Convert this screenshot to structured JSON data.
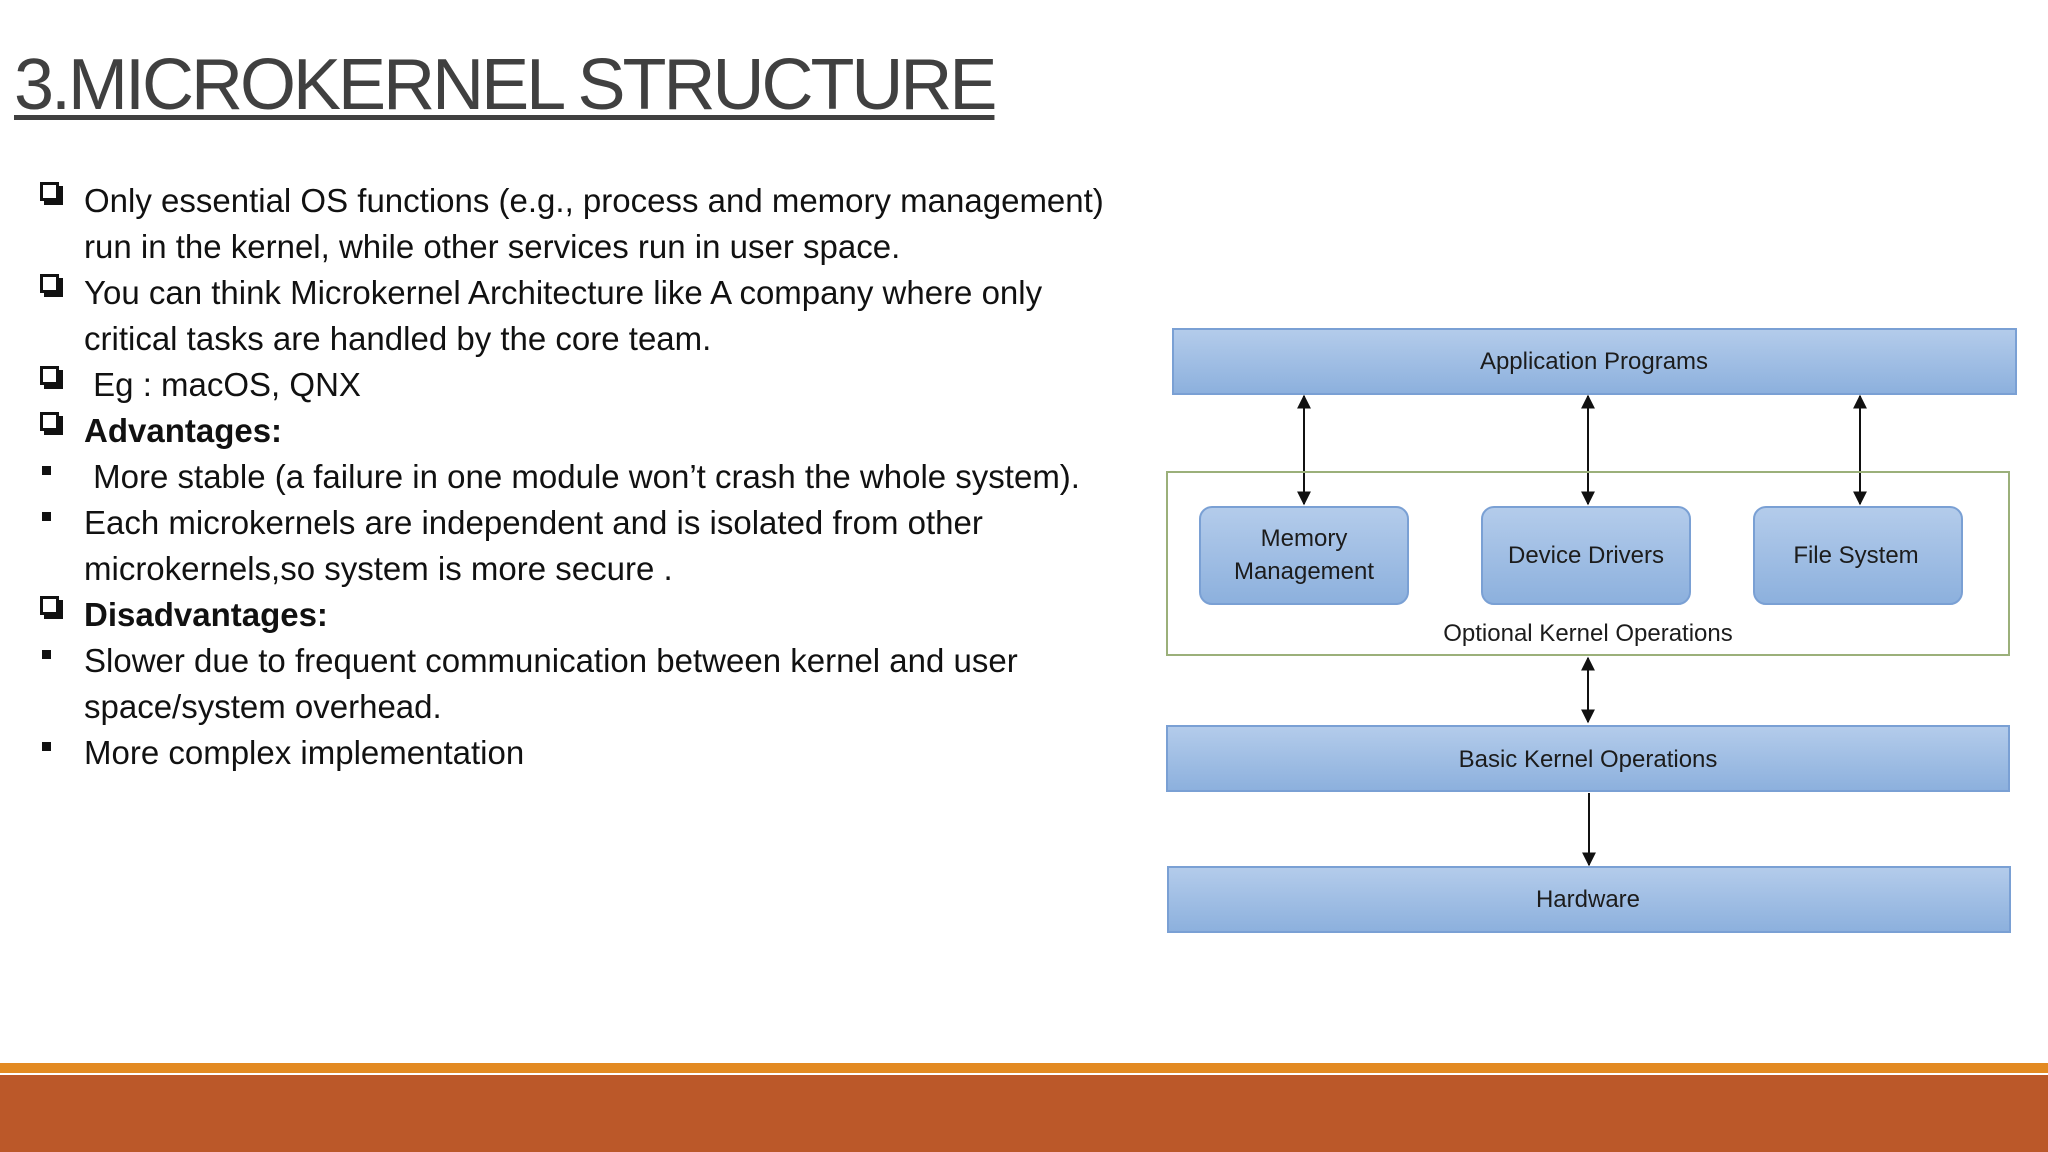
{
  "slide": {
    "title": "3.MICROKERNEL STRUCTURE",
    "bullets": [
      {
        "marker": "checkbox-square",
        "bold": false,
        "text": "Only essential OS functions (e.g., process and memory management) run in the kernel, while other services run in user space."
      },
      {
        "marker": "checkbox-square",
        "bold": false,
        "text": "You can think Microkernel Architecture like A company where only critical tasks are handled by the core team."
      },
      {
        "marker": "checkbox-square",
        "bold": false,
        "text": " Eg : macOS, QNX"
      },
      {
        "marker": "checkbox-square",
        "bold": true,
        "text": "Advantages:"
      },
      {
        "marker": "small-square",
        "bold": false,
        "text": " More stable (a failure in one module won’t crash the whole system)."
      },
      {
        "marker": "small-square",
        "bold": false,
        "text": "Each microkernels are independent and is isolated from other microkernels,so system is more secure ."
      },
      {
        "marker": "checkbox-square",
        "bold": true,
        "text": "Disadvantages:"
      },
      {
        "marker": "small-square",
        "bold": false,
        "text": "Slower due to frequent communication between kernel and user space/system overhead."
      },
      {
        "marker": "small-square",
        "bold": false,
        "text": "More complex implementation"
      }
    ]
  },
  "diagram": {
    "application_programs": "Application Programs",
    "modules": [
      {
        "label_line1": "Memory",
        "label_line2": "Management"
      },
      {
        "label_line1": "Device Drivers",
        "label_line2": ""
      },
      {
        "label_line1": "File System",
        "label_line2": ""
      }
    ],
    "optional_kernel_operations": "Optional Kernel Operations",
    "basic_kernel_operations": "Basic Kernel Operations",
    "hardware": "Hardware"
  },
  "colors": {
    "title": "#404040",
    "box_fill_top": "#b4cceb",
    "box_fill_bottom": "#8cb0dd",
    "box_stroke": "#7aa0d4",
    "group_border": "#9bb07a",
    "footer_orange": "#e38a22",
    "footer_rust": "#bb5829"
  }
}
